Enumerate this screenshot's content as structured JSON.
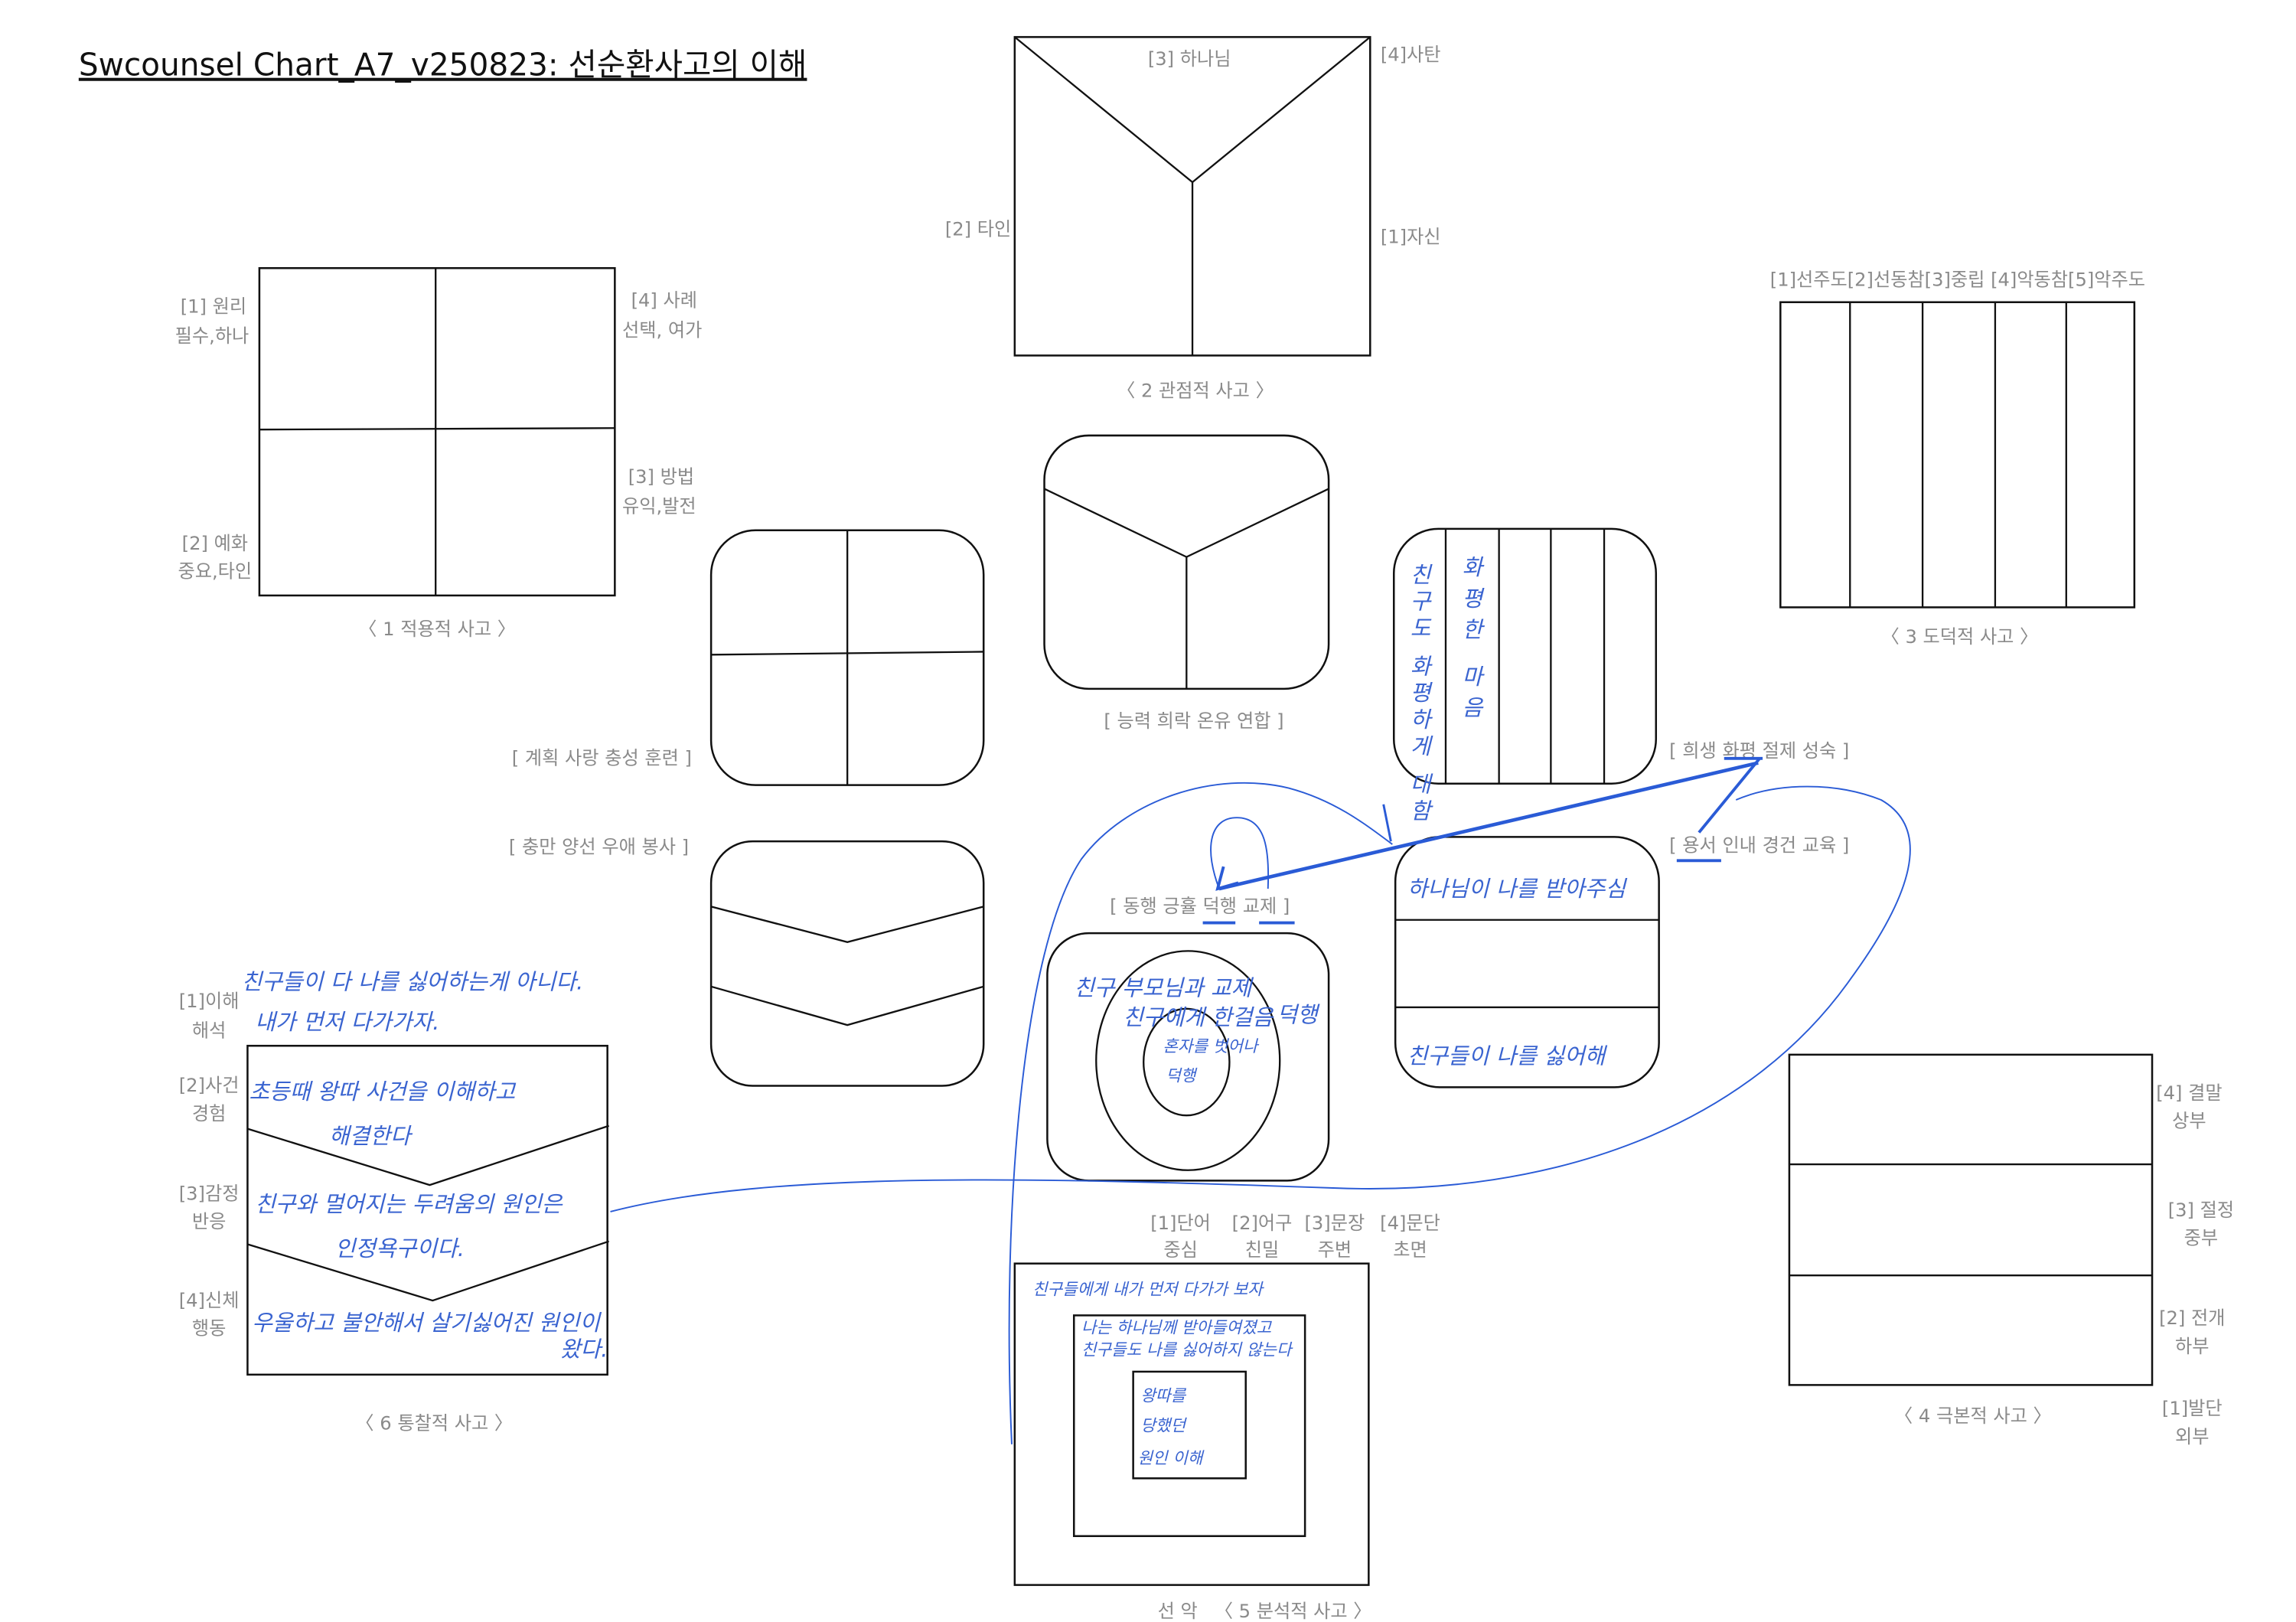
{
  "title": "Swcounsel Chart_A7_v250823: 선순환사고의 이해",
  "chart1": {
    "caption": "〈 1 적용적 사고 〉",
    "labels": [
      "[1] 원리",
      "필수,하나",
      "[4] 사례",
      "선택, 여가",
      "[3] 방법",
      "유익,발전",
      "[2] 예화",
      "중요,타인"
    ]
  },
  "chart2": {
    "caption": "〈 2 관점적 사고 〉",
    "labels": [
      "[3] 하나님",
      "[4]사탄",
      "[2] 타인",
      "[1]자신"
    ]
  },
  "chart3": {
    "caption": "〈 3 도덕적 사고 〉",
    "header": "[1]선주도[2]선동참[3]중립 [4]악동참[5]악주도"
  },
  "chart4": {
    "caption": "〈 4 극본적 사고 〉",
    "labels": [
      "[4] 결말",
      "상부",
      "[3] 절정",
      "중부",
      "[2] 전개",
      "하부",
      "[1]발단",
      "외부"
    ]
  },
  "chart5": {
    "caption": "〈 5 분석적 사고 〉",
    "sub": "선 악",
    "labels": [
      "[1]단어",
      "중심",
      "[2]어구",
      "친밀",
      "[3]문장",
      "주변",
      "[4]문단",
      "초면"
    ],
    "notes": [
      "친구들에게 내가 먼저 다가가 보자",
      "나는 하나님께 받아들여졌고",
      "친구들도 나를 싫어하지 않는다",
      "왕따를",
      "당했던",
      "원인 이해"
    ]
  },
  "chart6": {
    "caption": "〈 6 통찰적 사고 〉",
    "labels": [
      "[1]이해",
      "해석",
      "[2]사건",
      "경험",
      "[3]감정",
      "반응",
      "[4]신체",
      "행동"
    ],
    "notes": [
      "친구들이 다 나를 싫어하는게 아니다.",
      "내가 먼저 다가가자.",
      "초등때 왕따 사건을 이해하고",
      "해결한다",
      "친구와 멀어지는 두려움의 원인은",
      "인정욕구이다.",
      "우울하고 불안해서 살기싫어진 원인이",
      "왔다."
    ]
  },
  "virtues": {
    "a": "[ 계획 사랑 충성 훈련 ]",
    "b": "[ 능력 희락 온유 연합 ]",
    "c": "[ 희생 화평 절제 성숙 ]",
    "d": "[ 충만 양선 우애 봉사 ]",
    "e": "[ 동행 긍휼 덕행 교제 ]",
    "f": "[ 용서 인내 경건 교육 ]"
  },
  "notes_c": [
    "친구도 화평하게 대함",
    "화평한 마음"
  ],
  "notes_e": [
    "친구 부모님과 교제",
    "친구에게 한걸음",
    "혼자를 벗어나",
    "덕행"
  ],
  "notes_f": [
    "하나님이 나를 받아주심",
    "친구들이 나를 싫어해"
  ],
  "colors": {
    "ink": "#111111",
    "label": "#8a8a8a",
    "pen": "#2a5bd6"
  }
}
